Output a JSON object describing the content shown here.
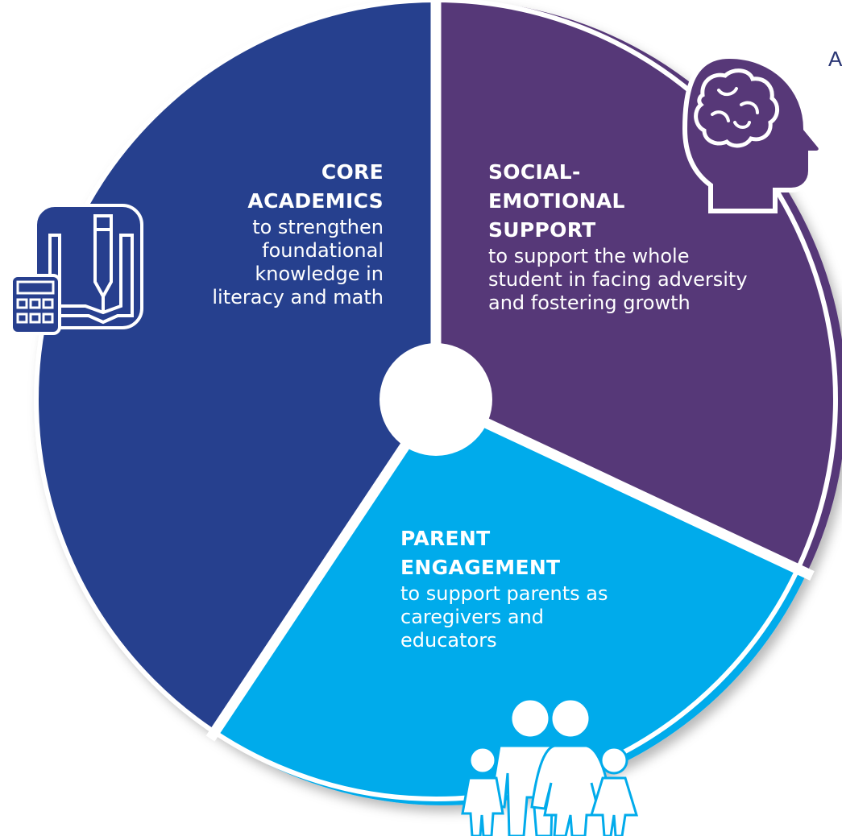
{
  "corner_text": "A",
  "colors": {
    "core": "#273f8e",
    "social": "#573878",
    "parent": "#01abeb",
    "outline": "#ffffff",
    "icon": "#ffffff",
    "icon_stroke_core": "#273f8e",
    "icon_stroke_social": "#573878"
  },
  "segments": {
    "core": {
      "title_lines": [
        "CORE",
        "ACADEMICS"
      ],
      "desc_lines": [
        "to strengthen",
        "foundational",
        "knowledge in",
        "literacy and math"
      ],
      "icon": "book-calculator-icon"
    },
    "social": {
      "title_lines": [
        "SOCIAL-",
        "EMOTIONAL",
        "SUPPORT"
      ],
      "desc_lines": [
        "to support the whole",
        "student in facing adversity",
        "and fostering growth"
      ],
      "icon": "brain-head-icon"
    },
    "parent": {
      "title_lines": [
        "PARENT",
        "ENGAGEMENT"
      ],
      "desc_lines": [
        "to support parents as",
        "caregivers and",
        "educators"
      ],
      "icon": "family-icon"
    }
  }
}
